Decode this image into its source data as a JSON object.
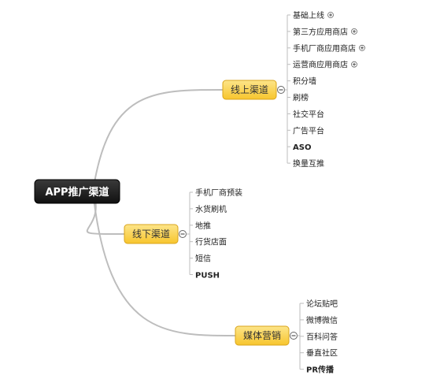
{
  "colors": {
    "root_fill": "#111111",
    "branch_fill_top": "#fde58a",
    "branch_fill_bottom": "#f7c52d",
    "branch_stroke": "#d9a41c",
    "connector": "#bdbdbd"
  },
  "root": {
    "label": "APP推广渠道"
  },
  "branches": [
    {
      "label": "线上渠道",
      "toggle": "−",
      "children": [
        {
          "label": "基础上线",
          "bold": false,
          "expand": true
        },
        {
          "label": "第三方应用商店",
          "bold": false,
          "expand": true
        },
        {
          "label": "手机厂商应用商店",
          "bold": false,
          "expand": true
        },
        {
          "label": "运营商应用商店",
          "bold": false,
          "expand": true
        },
        {
          "label": "积分墙",
          "bold": false,
          "expand": false
        },
        {
          "label": "刷榜",
          "bold": false,
          "expand": false
        },
        {
          "label": "社交平台",
          "bold": false,
          "expand": false
        },
        {
          "label": "广告平台",
          "bold": false,
          "expand": false
        },
        {
          "label": "ASO",
          "bold": true,
          "expand": false
        },
        {
          "label": "换量互推",
          "bold": false,
          "expand": false
        }
      ]
    },
    {
      "label": "线下渠道",
      "toggle": "−",
      "children": [
        {
          "label": "手机厂商预装",
          "bold": false,
          "expand": false
        },
        {
          "label": "水货刷机",
          "bold": false,
          "expand": false
        },
        {
          "label": "地推",
          "bold": false,
          "expand": false
        },
        {
          "label": "行货店面",
          "bold": false,
          "expand": false
        },
        {
          "label": "短信",
          "bold": false,
          "expand": false
        },
        {
          "label": "PUSH",
          "bold": true,
          "expand": false
        }
      ]
    },
    {
      "label": "媒体营销",
      "toggle": "−",
      "children": [
        {
          "label": "论坛贴吧",
          "bold": false,
          "expand": false
        },
        {
          "label": "微博微信",
          "bold": false,
          "expand": false
        },
        {
          "label": "百科问答",
          "bold": false,
          "expand": false
        },
        {
          "label": "垂直社区",
          "bold": false,
          "expand": false
        },
        {
          "label": "PR传播",
          "bold": true,
          "expand": false
        }
      ]
    }
  ]
}
